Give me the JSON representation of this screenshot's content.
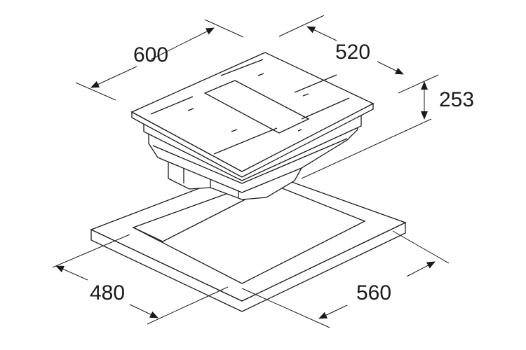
{
  "diagram": {
    "dimensions": {
      "width": "600",
      "depth": "520",
      "height": "253",
      "cutout_depth": "480",
      "cutout_width": "560"
    }
  }
}
